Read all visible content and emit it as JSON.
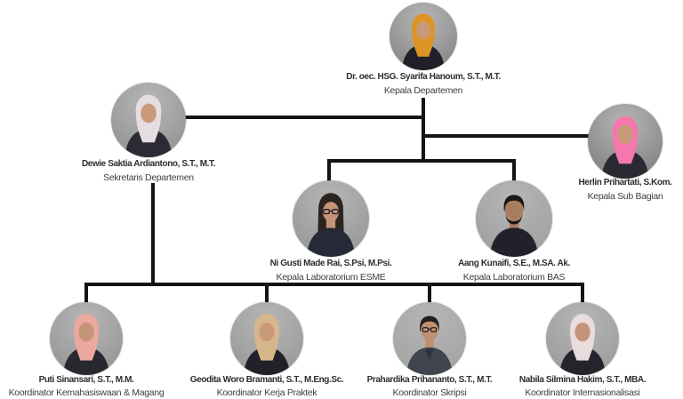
{
  "colors": {
    "background": "#ffffff",
    "connector_line": "#141414",
    "name_text": "#2e2e2e",
    "role_text": "#3f3f3f"
  },
  "people": [
    {
      "id": "syarifa",
      "name": "Dr. oec. HSG. Syarifa Hanoum, S.T., M.T.",
      "role": "Kepala Departemen",
      "parent": null,
      "photo": {
        "style": "hijab",
        "bg": "#8f8f8f",
        "hijab": "#dd9427",
        "skin": "#c89a7a",
        "top": "#20202a"
      }
    },
    {
      "id": "dewie",
      "name": "Dewie Saktia Ardiantono, S.T., M.T.",
      "role": "Sekretaris Departemen",
      "parent": "syarifa",
      "photo": {
        "style": "hijab",
        "bg": "#999999",
        "hijab": "#e6dde2",
        "skin": "#c89a7a",
        "top": "#2b2b34"
      }
    },
    {
      "id": "herlin",
      "name": "Herlin Prihartati, S.Kom.",
      "role": "Kepala Sub Bagian",
      "parent": "syarifa",
      "photo": {
        "style": "hijab",
        "bg": "#8a8a8a",
        "hijab": "#f478ad",
        "skin": "#c89a7a",
        "top": "#2a2a32"
      }
    },
    {
      "id": "nigusti",
      "name": "Ni Gusti Made Rai, S.Psi, M.Psi.",
      "role": "Kepala Laboratorium ESME",
      "parent": "syarifa",
      "photo": {
        "style": "hair",
        "bg": "#9c9c9c",
        "hair": "#2c2421",
        "skin": "#c49478",
        "top": "#252a36",
        "glasses": true
      }
    },
    {
      "id": "aang",
      "name": "Aang Kunaifi, S.E.,  M.SA. Ak.",
      "role": "Kepala Laboratorium BAS",
      "parent": "syarifa",
      "photo": {
        "style": "man",
        "bg": "#a3a3a3",
        "hair": "#1b1714",
        "skin": "#a97c5f",
        "top": "#22212b",
        "beard": true
      }
    },
    {
      "id": "puti",
      "name": "Puti Sinansari, S.T., M.M.",
      "role": "Koordinator Kemahasiswaan & Magang",
      "parent": "dewie",
      "photo": {
        "style": "hijab",
        "bg": "#9b9b9b",
        "hijab": "#eba8a0",
        "skin": "#c49478",
        "top": "#282830",
        "inner": "#e8967f"
      }
    },
    {
      "id": "geodita",
      "name": "Geodita Woro Bramanti, S.T., M.Eng.Sc.",
      "role": "Koordinator Kerja Praktek",
      "parent": "dewie",
      "photo": {
        "style": "hijab",
        "bg": "#9e9e9e",
        "hijab": "#d8b68c",
        "skin": "#c89a7a",
        "top": "#21212a"
      }
    },
    {
      "id": "prahardika",
      "name": "Prahardika Prihananto, S.T., M.T.",
      "role": "Koordinator Skripsi",
      "parent": "dewie",
      "photo": {
        "style": "man",
        "bg": "#a6a6a6",
        "hair": "#241f1c",
        "skin": "#c09070",
        "top": "#3f444e",
        "glasses": true,
        "inner": "#2c3340"
      }
    },
    {
      "id": "nabila",
      "name": "Nabila Silmina Hakim, S.T.,  MBA.",
      "role": "Koordinator Internasionalisasi",
      "parent": "dewie",
      "photo": {
        "style": "hijab",
        "bg": "#a0a0a0",
        "hijab": "#e9dcdc",
        "skin": "#c49478",
        "top": "#24242c",
        "inner": "#d8d4d4"
      }
    }
  ]
}
